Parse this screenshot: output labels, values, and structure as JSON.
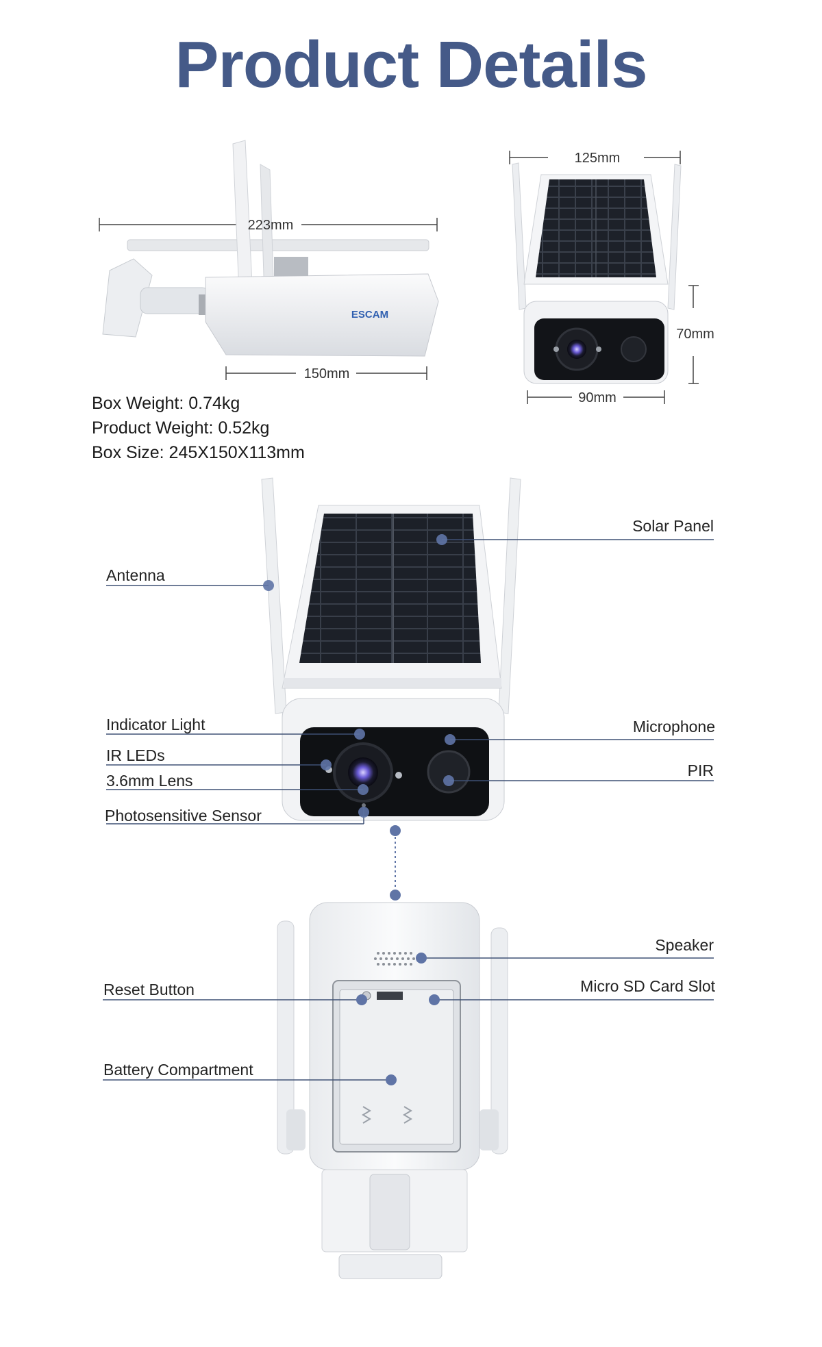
{
  "page": {
    "title": "Product Details"
  },
  "brand": {
    "logo_text": "ESCAM"
  },
  "dimensions": {
    "side_width": "223mm",
    "side_body": "150mm",
    "front_width": "125mm",
    "front_body": "90mm",
    "front_height": "70mm"
  },
  "specs": {
    "box_weight": "Box Weight: 0.74kg",
    "product_weight": "Product Weight: 0.52kg",
    "box_size": "Box Size: 245X150X113mm"
  },
  "labels": {
    "solar_panel": "Solar Panel",
    "antenna": "Antenna",
    "indicator_light": "Indicator Light",
    "microphone": "Microphone",
    "ir_leds": "IR LEDs",
    "pir": "PIR",
    "lens": "3.6mm Lens",
    "photosensitive_sensor": "Photosensitive Sensor",
    "speaker": "Speaker",
    "reset_button": "Reset Button",
    "micro_sd": "Micro SD Card Slot",
    "battery": "Battery Compartment"
  },
  "colors": {
    "title": "#455a88",
    "callout_line": "#3f5175",
    "callout_dot": "#5f74a6",
    "solar_panel": "#1f242c",
    "camera_body": "#f2f3f5"
  }
}
